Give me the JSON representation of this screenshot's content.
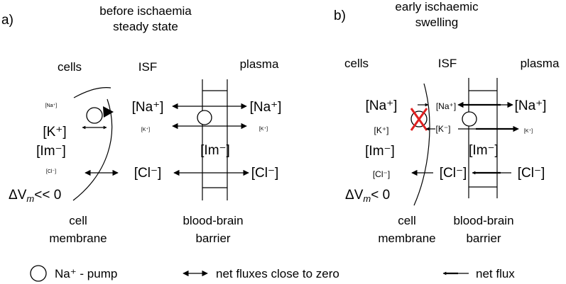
{
  "panel_a": {
    "letter": "a)",
    "title_line1": "before ischaemia",
    "title_line2": "steady state",
    "col_cells": "cells",
    "col_isf": "ISF",
    "col_plasma": "plasma",
    "cells_na": "[Na⁺]",
    "cells_k": "[K⁺]",
    "cells_im": "[Im⁻]",
    "cells_cl": "[Cl⁻]",
    "isf_na": "[Na⁺]",
    "isf_k": "[K⁺]",
    "isf_cl": "[Cl⁻]",
    "plasma_na": "[Na⁺]",
    "plasma_k": "[K⁺]",
    "plasma_im": "[Im⁻]",
    "plasma_cl": "[Cl⁻]",
    "vm_prefix": "ΔV",
    "vm_sub": "m",
    "vm_suffix": "<< 0",
    "membrane_line1": "cell",
    "membrane_line2": "membrane",
    "bbb_line1": "blood-brain",
    "bbb_line2": "barrier"
  },
  "panel_b": {
    "letter": "b)",
    "title_line1": "early ischaemic",
    "title_line2": "swelling",
    "col_cells": "cells",
    "col_isf": "ISF",
    "col_plasma": "plasma",
    "cells_na": "[Na⁺]",
    "cells_k": "[K⁺]",
    "cells_im": "[Im⁻]",
    "cells_cl": "[Cl⁻]",
    "isf_na": "[Na⁺]",
    "isf_k": "[K⁻]",
    "isf_cl": "[Cl⁻]",
    "plasma_na": "[Na⁺]",
    "plasma_k": "[K⁺]",
    "plasma_im": "[Im⁻]",
    "plasma_cl": "[Cl⁻]",
    "vm_prefix": "ΔV",
    "vm_sub": "m",
    "vm_suffix": "< 0",
    "membrane_line1": "cell",
    "membrane_line2": "membrane",
    "bbb_line1": "blood-brain",
    "bbb_line2": "barrier"
  },
  "legend": {
    "pump": "Na⁺ - pump",
    "close_zero": "net fluxes close to zero",
    "net_flux": "net flux"
  }
}
